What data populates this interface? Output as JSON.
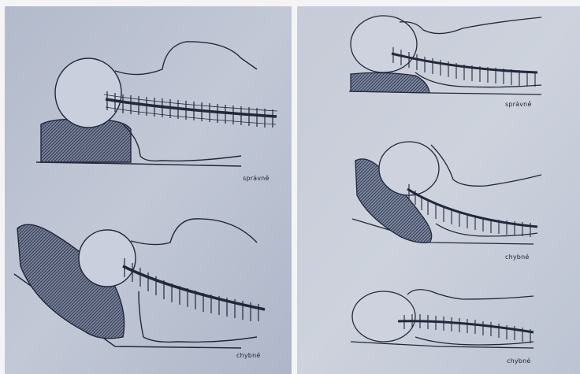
{
  "colors": {
    "paper_left": "#b9c0cf",
    "paper_right": "#c5cad6",
    "ink": "#22283a",
    "pillow_fill": "#5d6783"
  },
  "left_panel": {
    "figures": [
      {
        "caption": "správně",
        "pillow": "correct"
      },
      {
        "caption": "chybné",
        "pillow": "too-high"
      }
    ]
  },
  "right_panel": {
    "figures": [
      {
        "caption": "správně",
        "pillow": "correct"
      },
      {
        "caption": "chybné",
        "pillow": "too-high"
      },
      {
        "caption": "chybné",
        "pillow": "none"
      }
    ]
  }
}
